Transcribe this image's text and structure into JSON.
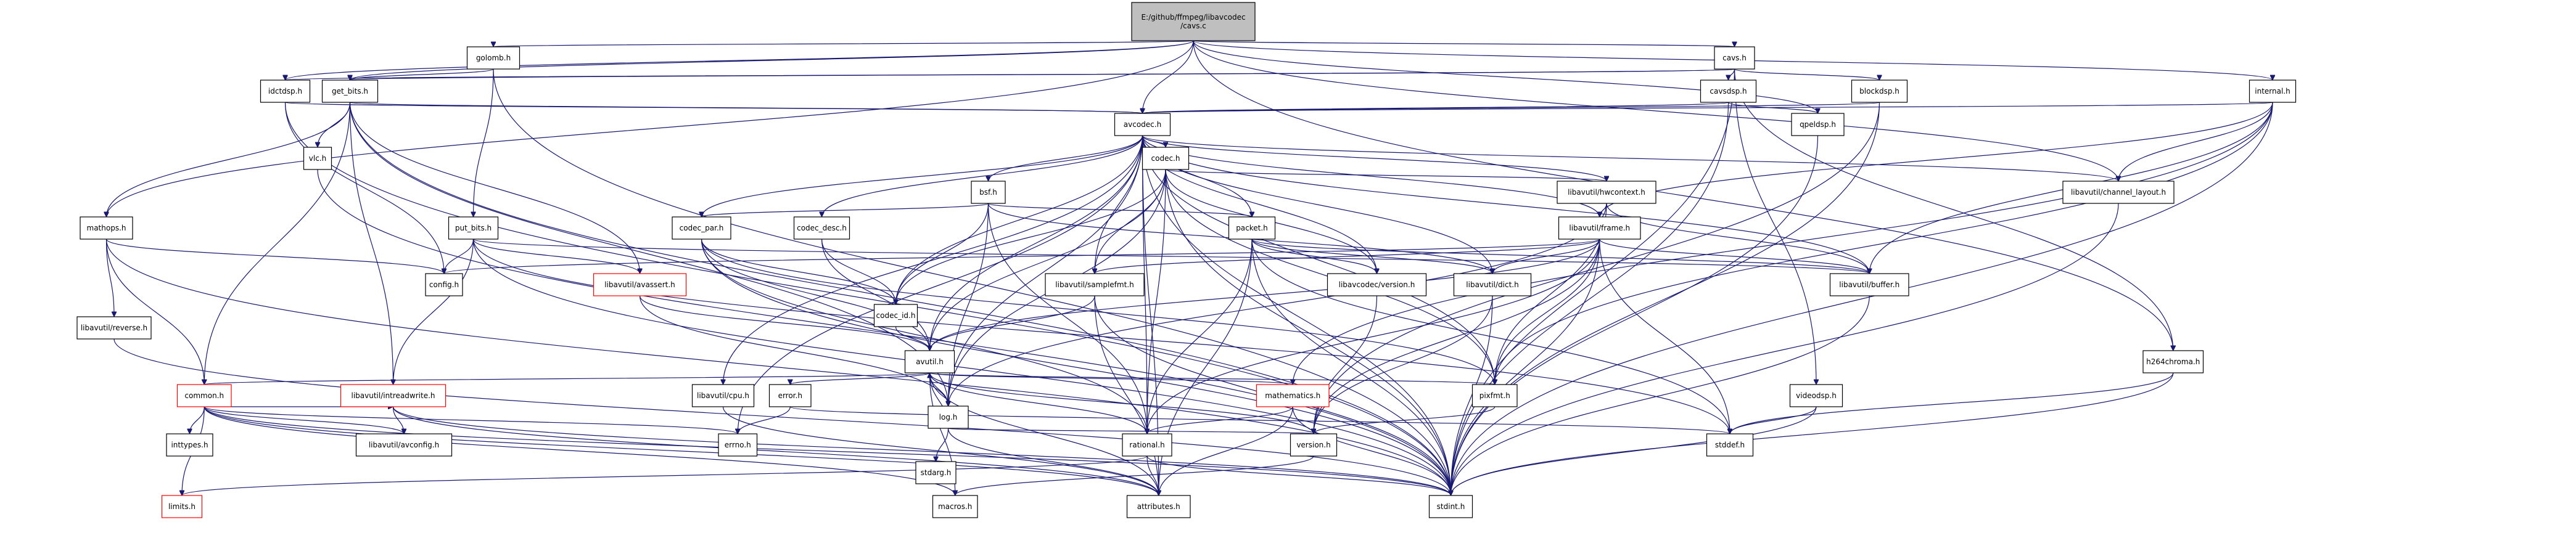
{
  "diagram": {
    "type": "include-dependency-graph",
    "nodes": [
      {
        "id": "root",
        "lines": [
          "E:/github/ffmpeg/libavcodec",
          "/cavs.c"
        ],
        "style": "root"
      },
      {
        "id": "golomb",
        "lines": [
          "golomb.h"
        ]
      },
      {
        "id": "cavs",
        "lines": [
          "cavs.h"
        ]
      },
      {
        "id": "idctdsp",
        "lines": [
          "idctdsp.h"
        ]
      },
      {
        "id": "getbits",
        "lines": [
          "get_bits.h"
        ]
      },
      {
        "id": "cavsdsp",
        "lines": [
          "cavsdsp.h"
        ]
      },
      {
        "id": "blockdsp",
        "lines": [
          "blockdsp.h"
        ]
      },
      {
        "id": "internal",
        "lines": [
          "internal.h"
        ]
      },
      {
        "id": "avcodec",
        "lines": [
          "avcodec.h"
        ]
      },
      {
        "id": "vlc",
        "lines": [
          "vlc.h"
        ]
      },
      {
        "id": "mathops",
        "lines": [
          "mathops.h"
        ]
      },
      {
        "id": "putbits",
        "lines": [
          "put_bits.h"
        ]
      },
      {
        "id": "qpeldsp",
        "lines": [
          "qpeldsp.h"
        ]
      },
      {
        "id": "codec",
        "lines": [
          "codec.h"
        ]
      },
      {
        "id": "bsf",
        "lines": [
          "bsf.h"
        ]
      },
      {
        "id": "codecpar",
        "lines": [
          "codec_par.h"
        ]
      },
      {
        "id": "codecdesc",
        "lines": [
          "codec_desc.h"
        ]
      },
      {
        "id": "packet",
        "lines": [
          "packet.h"
        ]
      },
      {
        "id": "hwcontext",
        "lines": [
          "libavutil/hwcontext.h"
        ]
      },
      {
        "id": "frame",
        "lines": [
          "libavutil/frame.h"
        ]
      },
      {
        "id": "channellayout",
        "lines": [
          "libavutil/channel_layout.h"
        ]
      },
      {
        "id": "config",
        "lines": [
          "config.h"
        ]
      },
      {
        "id": "avassert",
        "lines": [
          "libavutil/avassert.h"
        ],
        "style": "warn"
      },
      {
        "id": "samplefmt",
        "lines": [
          "libavutil/samplefmt.h"
        ]
      },
      {
        "id": "lavcversion",
        "lines": [
          "libavcodec/version.h"
        ]
      },
      {
        "id": "dict",
        "lines": [
          "libavutil/dict.h"
        ]
      },
      {
        "id": "buffer",
        "lines": [
          "libavutil/buffer.h"
        ]
      },
      {
        "id": "codecid",
        "lines": [
          "codec_id.h"
        ]
      },
      {
        "id": "reverse",
        "lines": [
          "libavutil/reverse.h"
        ]
      },
      {
        "id": "avutil",
        "lines": [
          "avutil.h"
        ]
      },
      {
        "id": "h264chroma",
        "lines": [
          "h264chroma.h"
        ]
      },
      {
        "id": "common",
        "lines": [
          "common.h"
        ],
        "style": "warn"
      },
      {
        "id": "intreadwrite",
        "lines": [
          "libavutil/intreadwrite.h"
        ],
        "style": "warn"
      },
      {
        "id": "cpu",
        "lines": [
          "libavutil/cpu.h"
        ]
      },
      {
        "id": "error",
        "lines": [
          "error.h"
        ]
      },
      {
        "id": "log",
        "lines": [
          "log.h"
        ]
      },
      {
        "id": "mathematics",
        "lines": [
          "mathematics.h"
        ],
        "style": "warn"
      },
      {
        "id": "pixfmt",
        "lines": [
          "pixfmt.h"
        ]
      },
      {
        "id": "videodsp",
        "lines": [
          "videodsp.h"
        ]
      },
      {
        "id": "inttypes",
        "lines": [
          "inttypes.h"
        ]
      },
      {
        "id": "avconfig",
        "lines": [
          "libavutil/avconfig.h"
        ]
      },
      {
        "id": "errno",
        "lines": [
          "errno.h"
        ]
      },
      {
        "id": "rational",
        "lines": [
          "rational.h"
        ]
      },
      {
        "id": "version",
        "lines": [
          "version.h"
        ]
      },
      {
        "id": "stdarg",
        "lines": [
          "stdarg.h"
        ]
      },
      {
        "id": "stddef",
        "lines": [
          "stddef.h"
        ]
      },
      {
        "id": "limits",
        "lines": [
          "limits.h"
        ],
        "style": "warn"
      },
      {
        "id": "macros",
        "lines": [
          "macros.h"
        ]
      },
      {
        "id": "attributes",
        "lines": [
          "attributes.h"
        ]
      },
      {
        "id": "stdint",
        "lines": [
          "stdint.h"
        ]
      }
    ],
    "edges": [
      [
        "root",
        "golomb"
      ],
      [
        "root",
        "cavs"
      ],
      [
        "root",
        "idctdsp"
      ],
      [
        "root",
        "getbits"
      ],
      [
        "root",
        "internal"
      ],
      [
        "root",
        "avcodec"
      ],
      [
        "root",
        "mathops"
      ],
      [
        "root",
        "qpeldsp"
      ],
      [
        "root",
        "h264chroma"
      ],
      [
        "root",
        "channellayout"
      ],
      [
        "golomb",
        "getbits"
      ],
      [
        "golomb",
        "putbits"
      ],
      [
        "golomb",
        "stdint"
      ],
      [
        "cavs",
        "idctdsp"
      ],
      [
        "cavs",
        "getbits"
      ],
      [
        "cavs",
        "cavsdsp"
      ],
      [
        "cavs",
        "blockdsp"
      ],
      [
        "cavs",
        "h264chroma"
      ],
      [
        "cavs",
        "videodsp"
      ],
      [
        "cavs",
        "stdint"
      ],
      [
        "idctdsp",
        "avcodec"
      ],
      [
        "idctdsp",
        "config"
      ],
      [
        "idctdsp",
        "stdint"
      ],
      [
        "getbits",
        "avcodec"
      ],
      [
        "getbits",
        "vlc"
      ],
      [
        "getbits",
        "mathops"
      ],
      [
        "getbits",
        "common"
      ],
      [
        "getbits",
        "intreadwrite"
      ],
      [
        "getbits",
        "avassert"
      ],
      [
        "getbits",
        "log"
      ],
      [
        "getbits",
        "stdint"
      ],
      [
        "cavsdsp",
        "qpeldsp"
      ],
      [
        "cavsdsp",
        "avcodec"
      ],
      [
        "cavsdsp",
        "stdint"
      ],
      [
        "blockdsp",
        "avcodec"
      ],
      [
        "blockdsp",
        "version"
      ],
      [
        "blockdsp",
        "stdint"
      ],
      [
        "internal",
        "avcodec"
      ],
      [
        "internal",
        "buffer"
      ],
      [
        "internal",
        "channellayout"
      ],
      [
        "internal",
        "frame"
      ],
      [
        "internal",
        "pixfmt"
      ],
      [
        "internal",
        "mathematics"
      ],
      [
        "internal",
        "stdint"
      ],
      [
        "avcodec",
        "codec"
      ],
      [
        "avcodec",
        "bsf"
      ],
      [
        "avcodec",
        "codecpar"
      ],
      [
        "avcodec",
        "codecdesc"
      ],
      [
        "avcodec",
        "packet"
      ],
      [
        "avcodec",
        "hwcontext"
      ],
      [
        "avcodec",
        "frame"
      ],
      [
        "avcodec",
        "channellayout"
      ],
      [
        "avcodec",
        "samplefmt"
      ],
      [
        "avcodec",
        "lavcversion"
      ],
      [
        "avcodec",
        "dict"
      ],
      [
        "avcodec",
        "buffer"
      ],
      [
        "avcodec",
        "codecid"
      ],
      [
        "avcodec",
        "avutil"
      ],
      [
        "avcodec",
        "cpu"
      ],
      [
        "avcodec",
        "log"
      ],
      [
        "avcodec",
        "pixfmt"
      ],
      [
        "avcodec",
        "rational"
      ],
      [
        "avcodec",
        "attributes"
      ],
      [
        "avcodec",
        "errno"
      ],
      [
        "avcodec",
        "stdint"
      ],
      [
        "vlc",
        "stdint"
      ],
      [
        "mathops",
        "config"
      ],
      [
        "mathops",
        "common"
      ],
      [
        "mathops",
        "reverse"
      ],
      [
        "mathops",
        "stdint"
      ],
      [
        "putbits",
        "config"
      ],
      [
        "putbits",
        "intreadwrite"
      ],
      [
        "putbits",
        "avassert"
      ],
      [
        "putbits",
        "buffer"
      ],
      [
        "putbits",
        "stddef"
      ],
      [
        "putbits",
        "stdint"
      ],
      [
        "qpeldsp",
        "stdint"
      ],
      [
        "codec",
        "hwcontext"
      ],
      [
        "codec",
        "samplefmt"
      ],
      [
        "codec",
        "lavcversion"
      ],
      [
        "codec",
        "codecid"
      ],
      [
        "codec",
        "avutil"
      ],
      [
        "codec",
        "log"
      ],
      [
        "codec",
        "pixfmt"
      ],
      [
        "codec",
        "rational"
      ],
      [
        "codec",
        "stdint"
      ],
      [
        "bsf",
        "codecpar"
      ],
      [
        "bsf",
        "packet"
      ],
      [
        "bsf",
        "dict"
      ],
      [
        "bsf",
        "codecid"
      ],
      [
        "bsf",
        "log"
      ],
      [
        "bsf",
        "rational"
      ],
      [
        "codecpar",
        "codecid"
      ],
      [
        "codecpar",
        "avutil"
      ],
      [
        "codecpar",
        "pixfmt"
      ],
      [
        "codecpar",
        "rational"
      ],
      [
        "codecpar",
        "stdint"
      ],
      [
        "codecdesc",
        "codecid"
      ],
      [
        "codecdesc",
        "avutil"
      ],
      [
        "packet",
        "lavcversion"
      ],
      [
        "packet",
        "dict"
      ],
      [
        "packet",
        "buffer"
      ],
      [
        "packet",
        "rational"
      ],
      [
        "packet",
        "attributes"
      ],
      [
        "packet",
        "stddef"
      ],
      [
        "packet",
        "stdint"
      ],
      [
        "hwcontext",
        "buffer"
      ],
      [
        "hwcontext",
        "frame"
      ],
      [
        "hwcontext",
        "log"
      ],
      [
        "hwcontext",
        "pixfmt"
      ],
      [
        "frame",
        "avutil"
      ],
      [
        "frame",
        "buffer"
      ],
      [
        "frame",
        "dict"
      ],
      [
        "frame",
        "rational"
      ],
      [
        "frame",
        "samplefmt"
      ],
      [
        "frame",
        "pixfmt"
      ],
      [
        "frame",
        "version"
      ],
      [
        "frame",
        "stddef"
      ],
      [
        "frame",
        "stdint"
      ],
      [
        "frame",
        "config"
      ],
      [
        "channellayout",
        "stdint"
      ],
      [
        "avassert",
        "avutil"
      ],
      [
        "avassert",
        "log"
      ],
      [
        "samplefmt",
        "avutil"
      ],
      [
        "samplefmt",
        "attributes"
      ],
      [
        "samplefmt",
        "stdint"
      ],
      [
        "lavcversion",
        "version"
      ],
      [
        "dict",
        "version"
      ],
      [
        "dict",
        "stdint"
      ],
      [
        "buffer",
        "stdint"
      ],
      [
        "codecid",
        "avutil"
      ],
      [
        "reverse",
        "stdint"
      ],
      [
        "avutil",
        "common"
      ],
      [
        "avutil",
        "error"
      ],
      [
        "avutil",
        "rational"
      ],
      [
        "avutil",
        "version"
      ],
      [
        "avutil",
        "macros"
      ],
      [
        "avutil",
        "mathematics"
      ],
      [
        "avutil",
        "log"
      ],
      [
        "avutil",
        "pixfmt"
      ],
      [
        "avutil",
        "attributes"
      ],
      [
        "h264chroma",
        "stddef"
      ],
      [
        "h264chroma",
        "stdint"
      ],
      [
        "common",
        "inttypes"
      ],
      [
        "common",
        "avconfig"
      ],
      [
        "common",
        "errno"
      ],
      [
        "common",
        "limits"
      ],
      [
        "common",
        "attributes"
      ],
      [
        "common",
        "macros"
      ],
      [
        "common",
        "stdint"
      ],
      [
        "common",
        "intreadwrite"
      ],
      [
        "intreadwrite",
        "avconfig"
      ],
      [
        "intreadwrite",
        "attributes"
      ],
      [
        "intreadwrite",
        "stdint"
      ],
      [
        "cpu",
        "attributes"
      ],
      [
        "error",
        "errno"
      ],
      [
        "error",
        "stddef"
      ],
      [
        "log",
        "avutil"
      ],
      [
        "log",
        "stdarg"
      ],
      [
        "log",
        "attributes"
      ],
      [
        "log",
        "version"
      ],
      [
        "mathematics",
        "rational"
      ],
      [
        "mathematics",
        "attributes"
      ],
      [
        "mathematics",
        "stdint"
      ],
      [
        "pixfmt",
        "version"
      ],
      [
        "videodsp",
        "stddef"
      ],
      [
        "videodsp",
        "stdint"
      ],
      [
        "rational",
        "limits"
      ],
      [
        "rational",
        "attributes"
      ],
      [
        "rational",
        "stdint"
      ],
      [
        "version",
        "macros"
      ]
    ]
  }
}
